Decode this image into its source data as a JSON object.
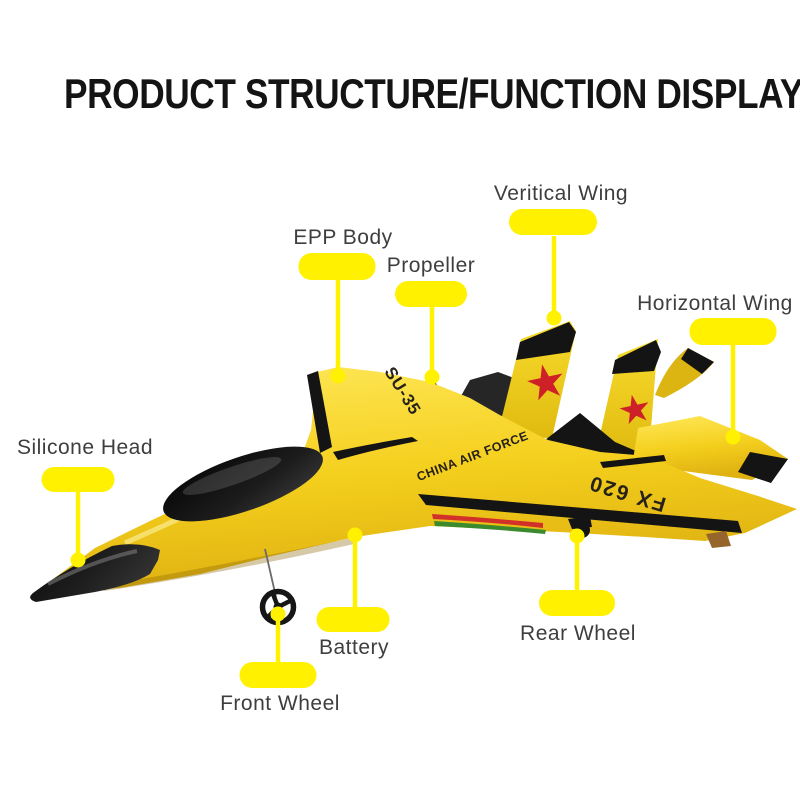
{
  "title": "PRODUCT STRUCTURE/FUNCTION DISPLAY",
  "colors": {
    "background": "#ffffff",
    "title_text": "#141414",
    "label_pill": "#fff100",
    "label_text": "#3e3e3e",
    "black_parts": "#141414",
    "star_red": "#ce2127",
    "foam_yellow": "#f6d723",
    "stripe_red": "#d2312a",
    "stripe_green": "#3c8a2e"
  },
  "callouts": [
    {
      "id": "vertical-wing",
      "text": "Veritical Wing"
    },
    {
      "id": "epp-body",
      "text": "EPP Body"
    },
    {
      "id": "propeller",
      "text": "Propeller"
    },
    {
      "id": "horizontal-wing",
      "text": "Horizontal Wing"
    },
    {
      "id": "silicone-head",
      "text": "Silicone Head"
    },
    {
      "id": "battery",
      "text": "Battery"
    },
    {
      "id": "front-wheel",
      "text": "Front Wheel"
    },
    {
      "id": "rear-wheel",
      "text": "Rear Wheel"
    }
  ],
  "plane": {
    "wing_marking": "SU-35",
    "body_marking": "CHINA AIR FORCE",
    "tail_marking": "FX 620"
  }
}
